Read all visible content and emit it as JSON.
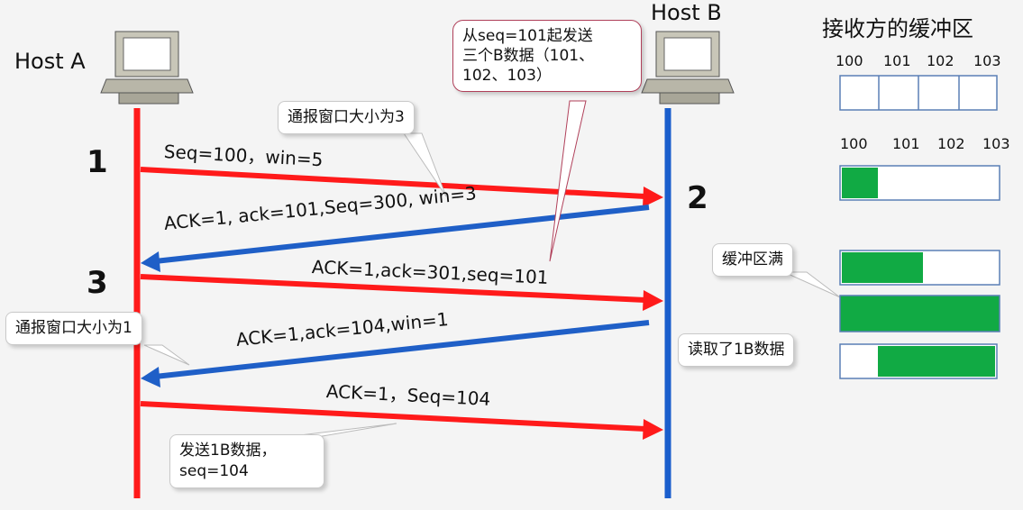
{
  "hostA": {
    "label": "Host A"
  },
  "hostB": {
    "label": "Host B"
  },
  "steps": [
    "1",
    "2",
    "3"
  ],
  "messages": [
    {
      "text": "Seq=100，win=5"
    },
    {
      "text": "ACK=1, ack=101,Seq=300, win=3"
    },
    {
      "text": "ACK=1,ack=301,seq=101"
    },
    {
      "text": "ACK=1,ack=104,win=1"
    },
    {
      "text": "ACK=1，Seq=104"
    }
  ],
  "callouts": {
    "window3": "通报窗口大小为3",
    "send3": [
      "从seq=101起发送",
      "三个B数据（101、",
      "102、103）"
    ],
    "window1": "通报窗口大小为1",
    "send1": [
      "发送1B数据，",
      "seq=104"
    ],
    "full": "缓冲区满",
    "read1": "读取了1B数据"
  },
  "buffer": {
    "title": "接收方的缓冲区",
    "labels": [
      "100",
      "101",
      "102",
      "103"
    ],
    "rows": [
      {
        "filled_cells": 0,
        "state": "empty"
      },
      {
        "filled_cells": 1,
        "state": "1 of 4 filled"
      },
      {
        "filled_cells": 2,
        "state": "2 of 4 filled"
      },
      {
        "filled_cells": 4,
        "state": "full"
      },
      {
        "filled_cells": 3,
        "state": "first cell freed, 3 filled"
      }
    ]
  },
  "colors": {
    "hostA_line": "#ff1a1a",
    "hostB_line": "#1a5ecc",
    "arrow_red": "#ff1a1a",
    "arrow_blue": "#1f5fc7",
    "buffer_fill": "#11aa44"
  }
}
